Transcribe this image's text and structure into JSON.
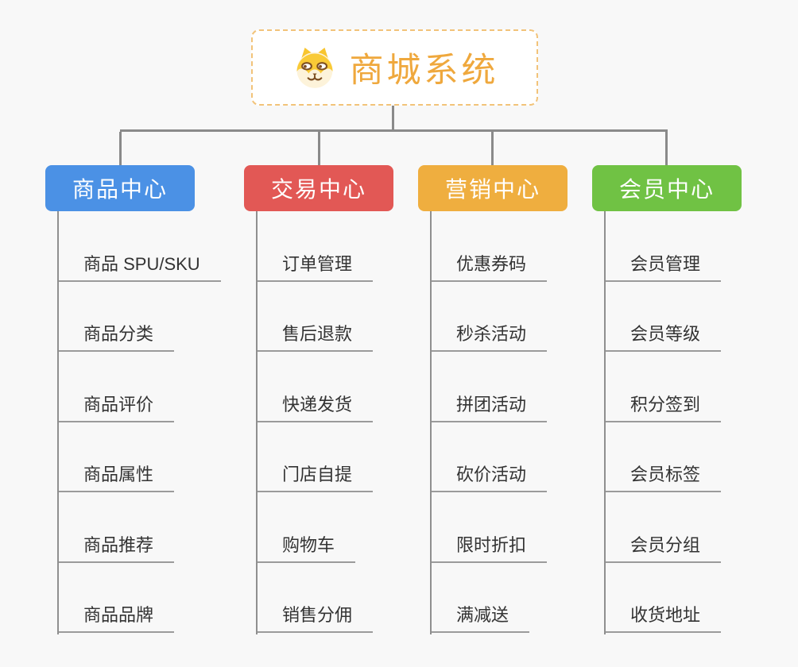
{
  "root": {
    "title": "商城系统",
    "icon": "dog-icon",
    "title_color": "#efa83d",
    "border_color": "#f2c379"
  },
  "connector_color": "#8a8a8a",
  "background_color": "#f8f8f8",
  "branches": [
    {
      "label": "商品中心",
      "color": "#4b91e5",
      "items": [
        "商品 SPU/SKU",
        "商品分类",
        "商品评价",
        "商品属性",
        "商品推荐",
        "商品品牌"
      ]
    },
    {
      "label": "交易中心",
      "color": "#e25855",
      "items": [
        "订单管理",
        "售后退款",
        "快递发货",
        "门店自提",
        "购物车",
        "销售分佣"
      ]
    },
    {
      "label": "营销中心",
      "color": "#efae3f",
      "items": [
        "优惠券码",
        "秒杀活动",
        "拼团活动",
        "砍价活动",
        "限时折扣",
        "满减送"
      ]
    },
    {
      "label": "会员中心",
      "color": "#70c244",
      "items": [
        "会员管理",
        "会员等级",
        "积分签到",
        "会员标签",
        "会员分组",
        "收货地址"
      ]
    }
  ]
}
